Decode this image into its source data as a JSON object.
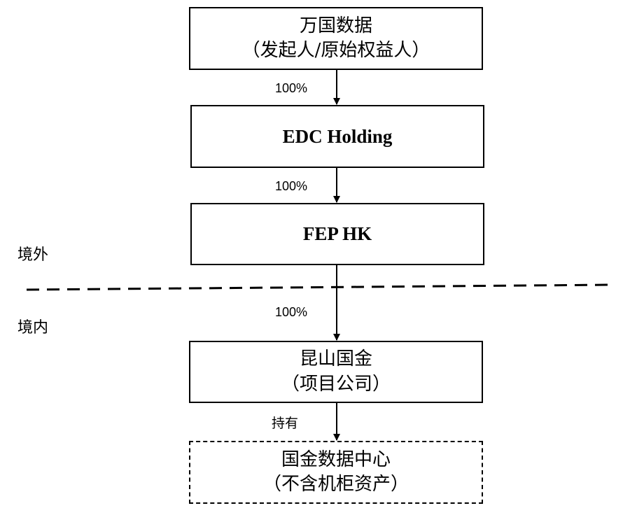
{
  "nodes": {
    "wanguo": {
      "title": "万国数据",
      "subtitle": "（发起人/原始权益人）"
    },
    "edc": {
      "title": "EDC Holding"
    },
    "fep": {
      "title": "FEP HK"
    },
    "kunshan": {
      "title": "昆山国金",
      "subtitle": "（项目公司）"
    },
    "datacenter": {
      "title": "国金数据中心",
      "subtitle": "（不含机柜资产）"
    }
  },
  "edges": {
    "wanguo_to_edc": "100%",
    "edc_to_fep": "100%",
    "fep_to_kunshan": "100%",
    "kunshan_to_datacenter": "持有"
  },
  "regions": {
    "offshore": "境外",
    "onshore": "境内"
  }
}
